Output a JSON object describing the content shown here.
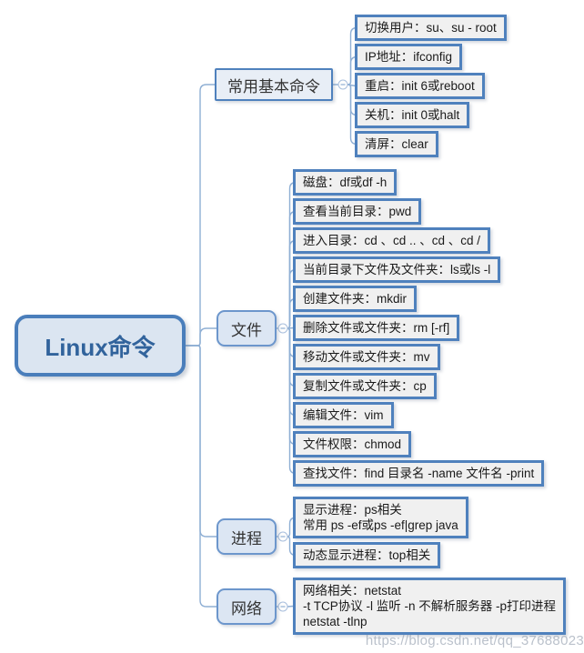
{
  "root": {
    "label": "Linux命令"
  },
  "branches": [
    {
      "label": "常用基本命令",
      "children": [
        "切换用户：su、su - root",
        "IP地址：ifconfig",
        "重启：init 6或reboot",
        "关机：init 0或halt",
        "清屏：clear"
      ]
    },
    {
      "label": "文件",
      "children": [
        "磁盘：df或df -h",
        "查看当前目录：pwd",
        "进入目录：cd 、cd .. 、cd 、cd /",
        "当前目录下文件及文件夹：ls或ls -l",
        "创建文件夹：mkdir",
        "删除文件或文件夹：rm [-rf]",
        "移动文件或文件夹：mv",
        "复制文件或文件夹：cp",
        "编辑文件：vim",
        "文件权限：chmod",
        "查找文件：find 目录名 -name 文件名 -print"
      ]
    },
    {
      "label": "进程",
      "children": [
        "显示进程：ps相关\n常用 ps -ef或ps -ef|grep java",
        "动态显示进程：top相关"
      ]
    },
    {
      "label": "网络",
      "children": [
        "网络相关：netstat\n-t TCP协议 -l 监听 -n 不解析服务器 -p打印进程\nnetstat -tlnp"
      ]
    }
  ],
  "watermark": "https://blog.csdn.net/qq_37688023",
  "colors": {
    "node_border": "#4f81bd",
    "leaf_fill": "#f0f0f0",
    "branch_fill": "#dce6f3",
    "root_fill": "#dbe5f1",
    "root_text": "#31639c",
    "connector": "#8fafd4"
  }
}
